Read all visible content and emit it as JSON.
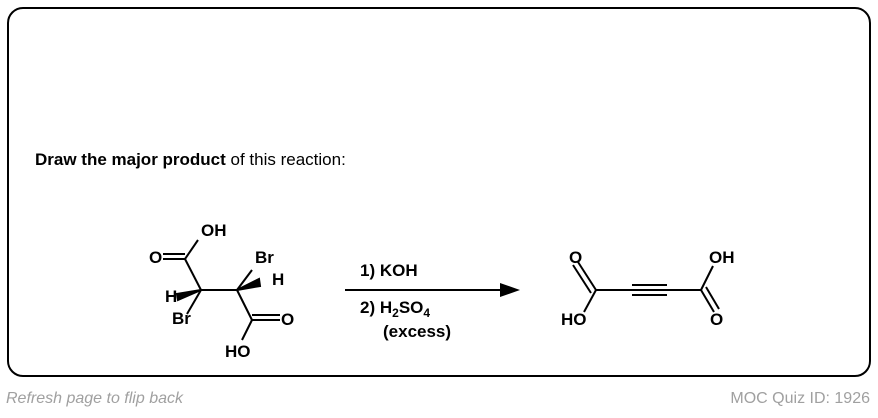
{
  "question": {
    "prompt_bold": "Draw the major product",
    "prompt_rest": " of this reaction:"
  },
  "reactant": {
    "oh_top": "OH",
    "o_left": "O",
    "br_top": "Br",
    "h_right": "H",
    "h_left": "H",
    "br_bottom": "Br",
    "o_right": "O",
    "ho_bottom": "HO"
  },
  "conditions": {
    "step1": "1)  KOH",
    "step2_prefix": "2)  H",
    "step2_sub1": "2",
    "step2_mid": "SO",
    "step2_sub2": "4",
    "step2_note": "(excess)"
  },
  "product": {
    "o_top_left": "O",
    "ho_bottom_left": "HO",
    "oh_top_right": "OH",
    "o_bottom_right": "O"
  },
  "footer": {
    "left": "Refresh page to flip back",
    "right": "MOC Quiz ID: 1926"
  }
}
